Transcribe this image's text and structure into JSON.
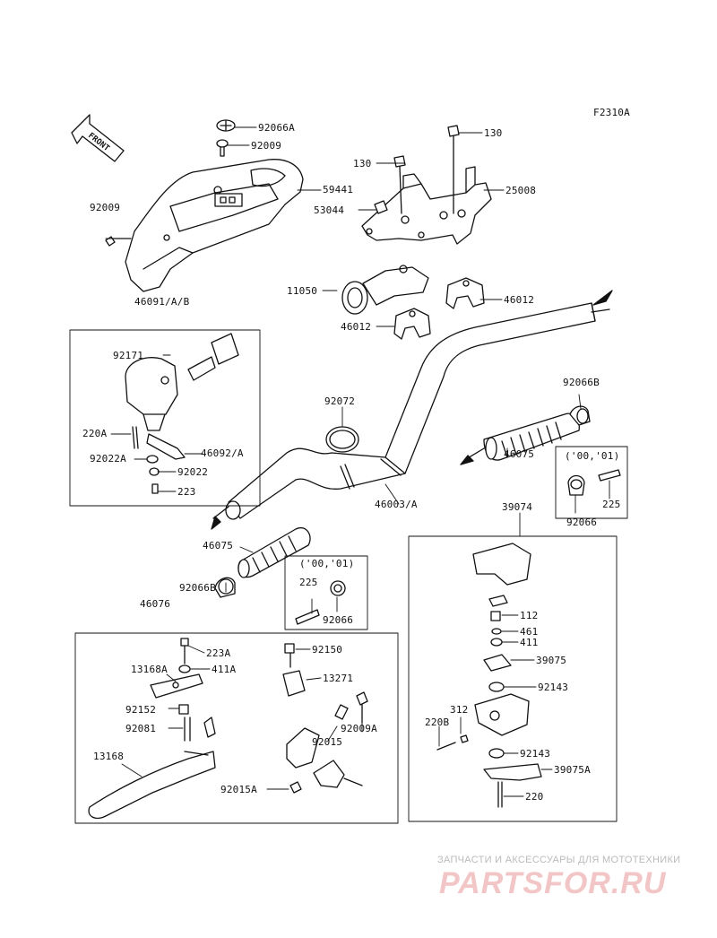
{
  "figure_code": "F2310A",
  "front_marker": "FRONT",
  "labels": {
    "p92066A_top": "92066A",
    "p92009_top": "92009",
    "p92009_left": "92009",
    "p59441": "59441",
    "p46091": "46091/A/B",
    "p130_a": "130",
    "p130_b": "130",
    "p25008": "25008",
    "p53044": "53044",
    "p11050": "11050",
    "p46012_a": "46012",
    "p46012_b": "46012",
    "p92171": "92171",
    "p220A": "220A",
    "p46092": "46092/A",
    "p92022A": "92022A",
    "p92022": "92022",
    "p223": "223",
    "p92072": "92072",
    "p46003": "46003/A",
    "p92066B_r": "92066B",
    "p46075_r": "46075",
    "p0001_r": "('00,'01)",
    "p225_r": "225",
    "p92066_r": "92066",
    "p39074": "39074",
    "p46075_l": "46075",
    "p0001_l": "('00,'01)",
    "p225_l": "225",
    "p92066_l": "92066",
    "p92066B_l": "92066B",
    "p46076": "46076",
    "p223A": "223A",
    "p13168A": "13168A",
    "p411A": "411A",
    "p92152": "92152",
    "p92081": "92081",
    "p13168": "13168",
    "p92150": "92150",
    "p13271": "13271",
    "p92015": "92015",
    "p92009A": "92009A",
    "p92015A": "92015A",
    "p112": "112",
    "p461": "461",
    "p411": "411",
    "p39075": "39075",
    "p92143_a": "92143",
    "p220B": "220B",
    "p312": "312",
    "p92143_b": "92143",
    "p39075A": "39075A",
    "p220": "220"
  },
  "watermark": {
    "line1": "ЗАПЧАСТИ И АКСЕССУАРЫ ДЛЯ МОТОТЕХНИКИ",
    "line2": "PARTSFOR.RU"
  },
  "colors": {
    "ink": "#111111",
    "watermark_text": "#bbbbbb",
    "watermark_logo": "#f2c6c6"
  }
}
